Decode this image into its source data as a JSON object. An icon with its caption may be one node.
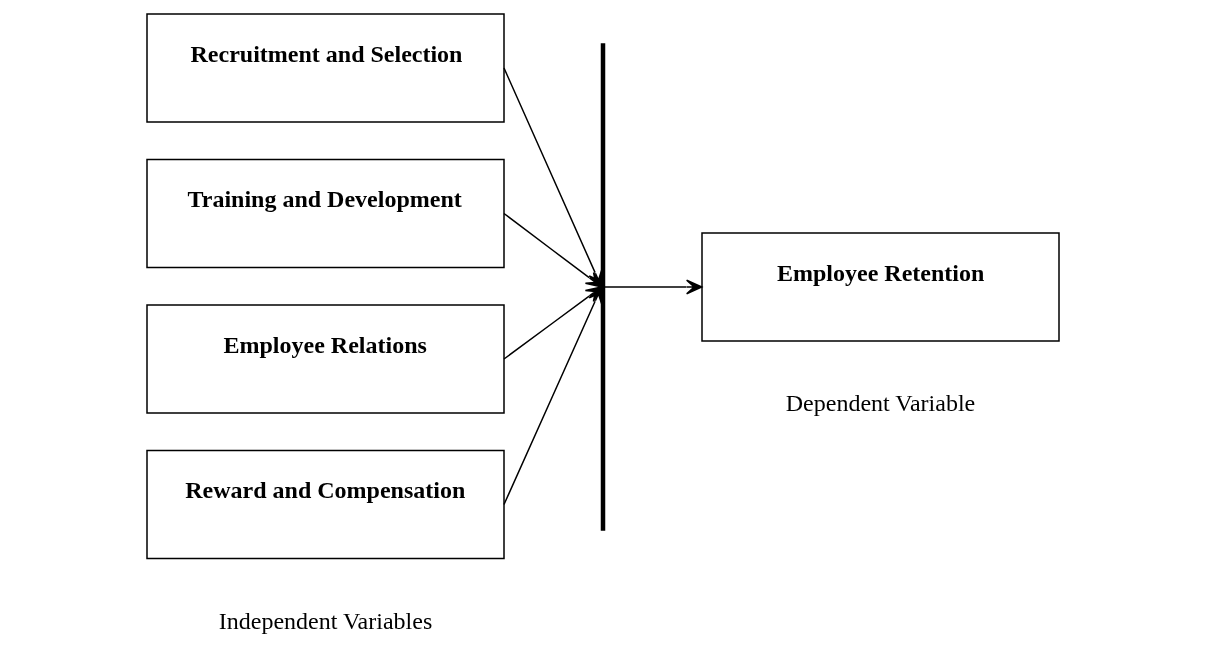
{
  "diagram": {
    "nodes": [
      {
        "text": [
          "Recruitment and Selection"
        ]
      },
      {
        "text": [
          "Training and Development"
        ]
      },
      {
        "text": [
          "Employee Relations"
        ]
      },
      {
        "text": [
          "Reward and Compensation"
        ]
      },
      {
        "text": [],
        "shape": "bar"
      },
      {
        "text": [
          "Employee Retention"
        ]
      }
    ],
    "edges": [
      {
        "from": 0,
        "to": 4,
        "arrow": "to"
      },
      {
        "from": 1,
        "to": 4,
        "arrow": "to"
      },
      {
        "from": 2,
        "to": 4,
        "arrow": "to"
      },
      {
        "from": 3,
        "to": 4,
        "arrow": "to"
      },
      {
        "from": 4,
        "to": 5,
        "arrow": "to"
      }
    ],
    "labels": [
      "Independent Variables",
      "Dependent Variable"
    ]
  }
}
